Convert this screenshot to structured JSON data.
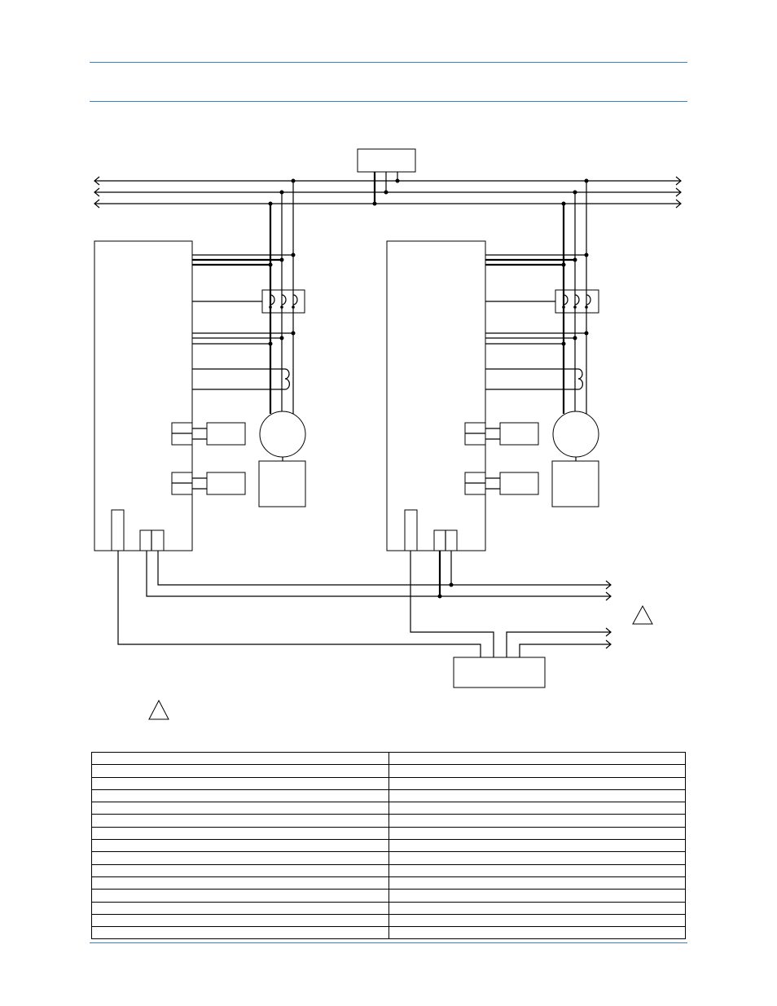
{
  "page": {
    "rule_color": "#3f7fc1",
    "line_color": "#000000"
  },
  "diagram": {
    "units": [
      {
        "id": "unit-left"
      },
      {
        "id": "unit-right"
      }
    ],
    "bus_phase_count": 3,
    "note_markers": 2
  },
  "table": {
    "rows": [
      [
        "",
        ""
      ],
      [
        "",
        ""
      ],
      [
        "",
        ""
      ],
      [
        "",
        ""
      ],
      [
        "",
        ""
      ],
      [
        "",
        ""
      ],
      [
        "",
        ""
      ],
      [
        "",
        ""
      ],
      [
        "",
        ""
      ],
      [
        "",
        ""
      ],
      [
        "",
        ""
      ],
      [
        "",
        ""
      ],
      [
        "",
        ""
      ],
      [
        "",
        ""
      ],
      [
        "",
        ""
      ]
    ]
  }
}
